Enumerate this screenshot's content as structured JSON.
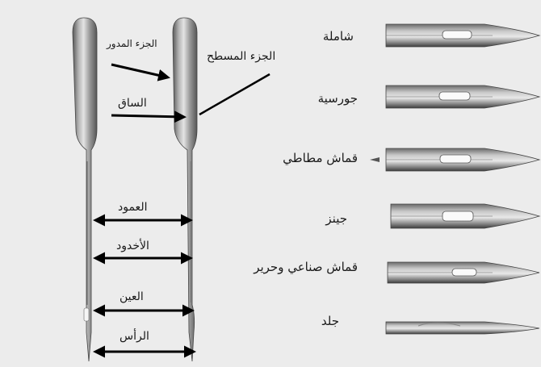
{
  "anatomy_labels": {
    "rounded_part": "الجزء المدور",
    "flat_part": "الجزء المسطح",
    "shank": "الساق",
    "shaft": "العمود",
    "groove": "الأخدود",
    "eye": "العين",
    "point": "الرأس"
  },
  "needle_types": [
    {
      "label": "شاملة"
    },
    {
      "label": "جورسية"
    },
    {
      "label": "قماش مطاطي"
    },
    {
      "label": "جينز"
    },
    {
      "label": "قماش صناعي وحرير"
    },
    {
      "label": "جلد"
    }
  ],
  "colors": {
    "background": "#ececec",
    "needle_body": "#9a9a9a",
    "needle_highlight": "#d8d8d8",
    "needle_shadow": "#4a4a4a",
    "arrow": "#000000"
  }
}
